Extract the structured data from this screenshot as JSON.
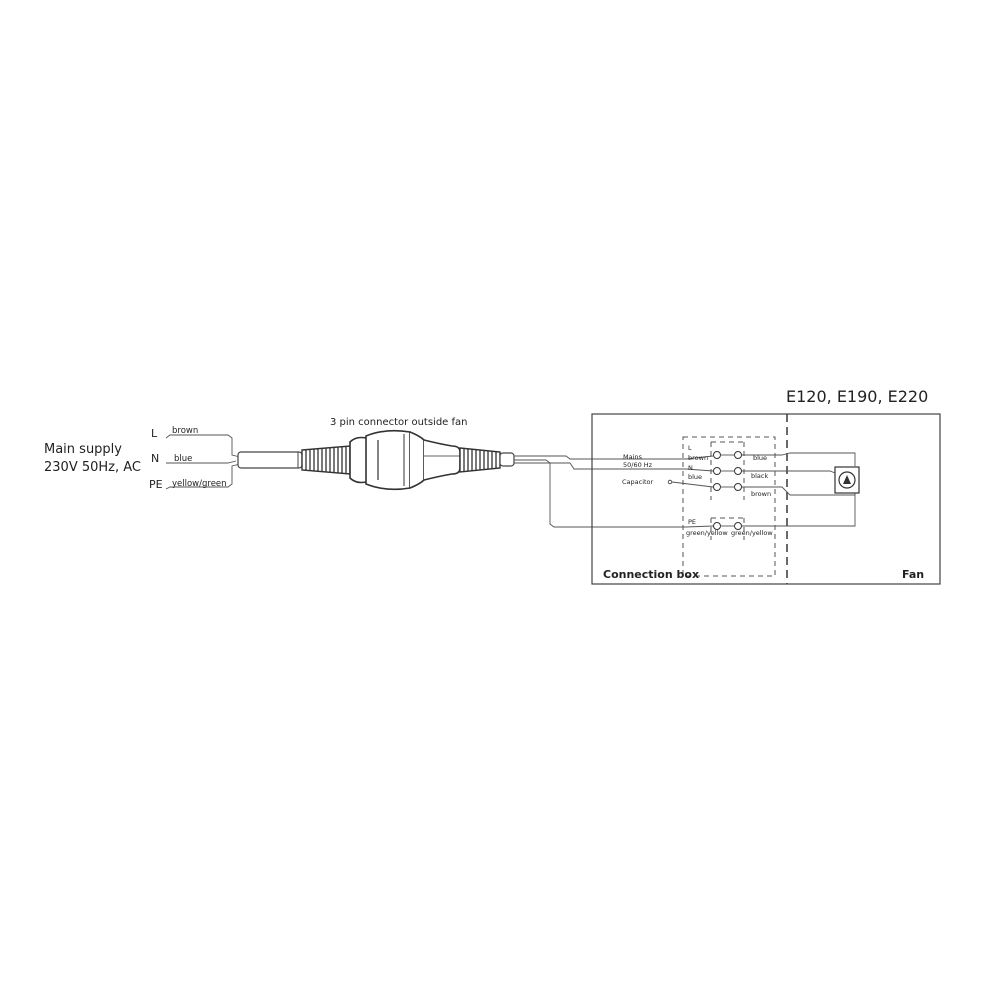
{
  "supply": {
    "title_line1": "Main supply",
    "title_line2": "230V 50Hz, AC",
    "L_label": "L",
    "N_label": "N",
    "PE_label": "PE",
    "L_color": "brown",
    "N_color": "blue",
    "PE_color": "yellow/green"
  },
  "connector": {
    "label": "3 pin connector outside fan"
  },
  "models": "E120, E190, E220",
  "box": {
    "label": "Connection box",
    "fan_label": "Fan",
    "mains_line1": "Mains",
    "mains_line2": "50/60 Hz",
    "capacitor": "Capacitor",
    "term_L": "L",
    "term_brown_in": "brown",
    "term_N": "N",
    "term_blue_in": "blue",
    "term_PE": "PE",
    "term_gy_left": "green/yellow",
    "term_gy_right": "green/yellow",
    "term_blue_out": "blue",
    "term_black_out": "black",
    "term_brown_out": "brown"
  }
}
